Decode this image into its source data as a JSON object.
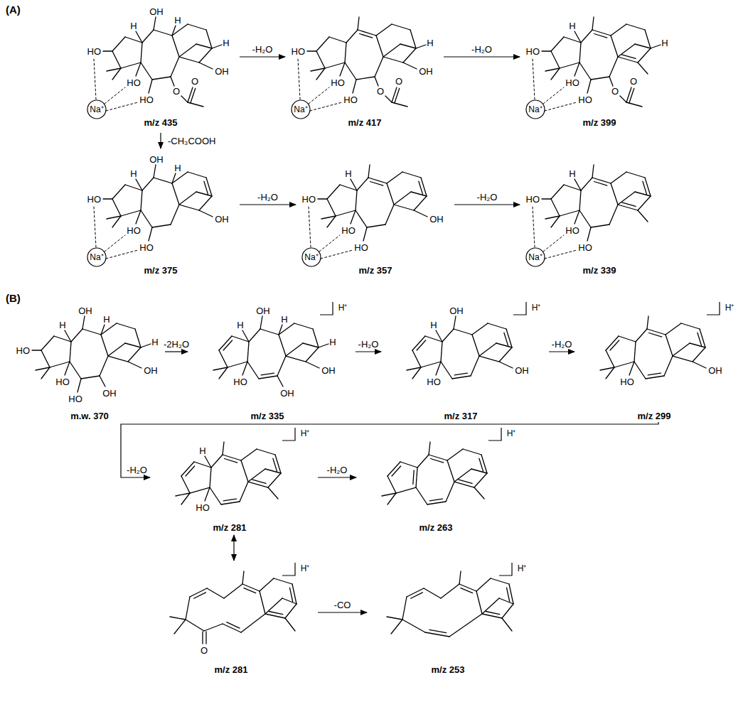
{
  "diagram": {
    "nodes": [
      {
        "text": [
          "HO",
          "H",
          "OH",
          "H",
          "HO",
          "HO",
          "O",
          "O",
          "H",
          "OH",
          "Na⁺",
          "m/z 435"
        ]
      },
      {
        "text": [
          "HO",
          "HO",
          "HO",
          "O",
          "O",
          "H",
          "OH",
          "Na⁺",
          "m/z 417"
        ]
      },
      {
        "text": [
          "HO",
          "H",
          "HO",
          "HO",
          "O",
          "O",
          "H",
          "Na⁺",
          "m/z 399"
        ]
      },
      {
        "text": [
          "HO",
          "H",
          "OH",
          "H",
          "HO",
          "HO",
          "OH",
          "Na⁺",
          "m/z 375"
        ]
      },
      {
        "text": [
          "HO",
          "H",
          "HO",
          "HO",
          "OH",
          "Na⁺",
          "m/z 357"
        ]
      },
      {
        "text": [
          "HO",
          "H",
          "HO",
          "HO",
          "Na⁺",
          "m/z 339"
        ]
      },
      {
        "text": [
          "HO",
          "H",
          "OH",
          "H",
          "HO",
          "HO",
          "OH",
          "H",
          "OH",
          "m.w. 370"
        ]
      },
      {
        "text": [
          "H",
          "OH",
          "H",
          "HO",
          "OH",
          "H",
          "OH",
          "H⁺",
          "m/z 335"
        ]
      },
      {
        "text": [
          "H",
          "OH",
          "HO",
          "OH",
          "H⁺",
          "m/z 317"
        ]
      },
      {
        "text": [
          "HO",
          "OH",
          "H⁺",
          "m/z 299"
        ]
      },
      {
        "text": [
          "H",
          "HO",
          "H⁺",
          "m/z 281"
        ]
      },
      {
        "text": [
          "H⁺",
          "m/z 263"
        ]
      },
      {
        "text": [
          "O",
          "H⁺",
          "m/z 281"
        ]
      },
      {
        "text": [
          "H⁺",
          "m/z 253"
        ]
      }
    ],
    "edges": [
      {
        "from": 0,
        "to": 1,
        "arrow": "to",
        "label": "-H₂O"
      },
      {
        "from": 1,
        "to": 2,
        "arrow": "to",
        "label": "-H₂O"
      },
      {
        "from": 0,
        "to": 3,
        "arrow": "to",
        "label": "-CH₃COOH"
      },
      {
        "from": 3,
        "to": 4,
        "arrow": "to",
        "label": "-H₂O"
      },
      {
        "from": 4,
        "to": 5,
        "arrow": "to",
        "label": "-H₂O"
      },
      {
        "from": 6,
        "to": 7,
        "arrow": "to",
        "label": "-2H₂O"
      },
      {
        "from": 7,
        "to": 8,
        "arrow": "to",
        "label": "-H₂O"
      },
      {
        "from": 8,
        "to": 9,
        "arrow": "to",
        "label": "-H₂O"
      },
      {
        "from": 9,
        "to": 10,
        "arrow": "to",
        "label": "-H₂O"
      },
      {
        "from": 10,
        "to": 11,
        "arrow": "to",
        "label": "-H₂O"
      },
      {
        "from": 10,
        "to": 12,
        "arrow": "both"
      },
      {
        "from": 12,
        "to": 13,
        "arrow": "to",
        "label": "-CO"
      }
    ],
    "labels": [
      "(A)",
      "(B)"
    ]
  }
}
